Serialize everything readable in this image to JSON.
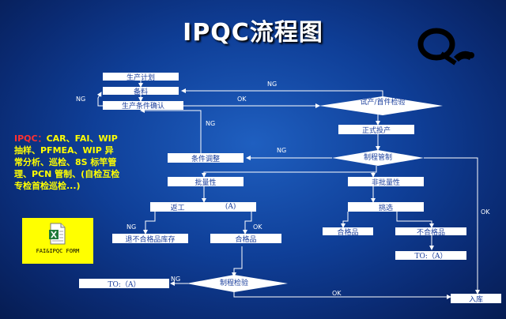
{
  "title": "IPQC流程图",
  "note": {
    "prefix": "IPQC：",
    "body": "CAR、FAI、WIP抽样、PFMEA、WIP 异常分析、巡检、8S 标竿管理、PCN 管制、(自检互检专检首检巡检...)"
  },
  "form_icon": {
    "label": "FAI&IPQC FORM"
  },
  "nodes": {
    "production_plan": "生产计划",
    "materials": "备料",
    "production_condition_confirm": "生产条件确认",
    "trial_first_piece_inspection": "试产/首件检验",
    "formal_production": "正式投产",
    "process_control": "制程管制",
    "condition_adjust": "条件调整",
    "batch": "批量性",
    "non_batch": "非批量性",
    "rework": "返工",
    "rework_a": "(A)",
    "return_defect_store": "退不合格品库存",
    "good_left": "合格品",
    "pick": "挑选",
    "good_right": "合格品",
    "defect_right": "不合格品",
    "to_a_right": "TO:（A）",
    "to_a_bottom": "TO:（A）",
    "process_inspection": "制程检验",
    "warehouse_in": "入库"
  },
  "labels": {
    "ng": "NG",
    "ok": "OK"
  },
  "colors": {
    "background": "#0f3f98",
    "box": "#ffffff",
    "box_text": "#1a3e9c",
    "title": "#ffffff",
    "note": "#ffff00",
    "note_prefix": "#ff3030",
    "form_bg": "#ffff00"
  }
}
